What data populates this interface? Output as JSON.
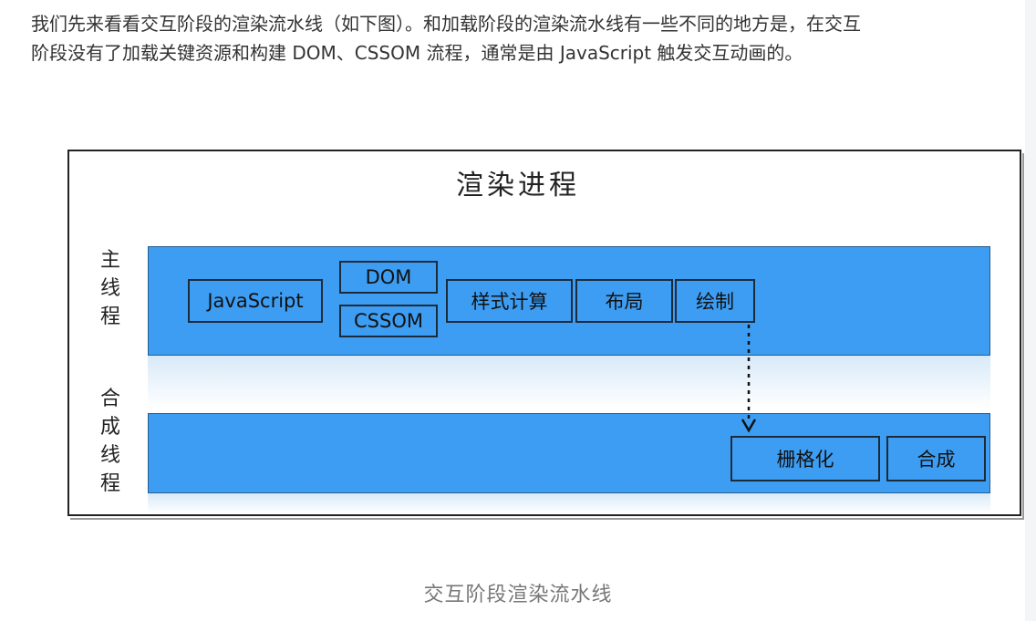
{
  "article": {
    "line1": "我们先来看看交互阶段的渲染流水线（如下图）。和加载阶段的渲染流水线有一些不同的地方是，在交互",
    "line2": "阶段没有了加载关键资源和构建 DOM、CSSOM 流程，通常是由 JavaScript 触发交互动画的。"
  },
  "diagram": {
    "title": "渲染进程",
    "main_thread_label": [
      "主",
      "线",
      "程"
    ],
    "compositor_thread_label": [
      "合",
      "成",
      "线",
      "程"
    ],
    "main_thread_steps": {
      "javascript": "JavaScript",
      "dom": "DOM",
      "cssom": "CSSOM",
      "style": "样式计算",
      "layout": "布局",
      "paint": "绘制"
    },
    "compositor_thread_steps": {
      "raster": "栅格化",
      "composite": "合成"
    },
    "colors": {
      "lane": "#3d9df2",
      "border": "#1c2b3a"
    }
  },
  "caption": "交互阶段渲染流水线"
}
